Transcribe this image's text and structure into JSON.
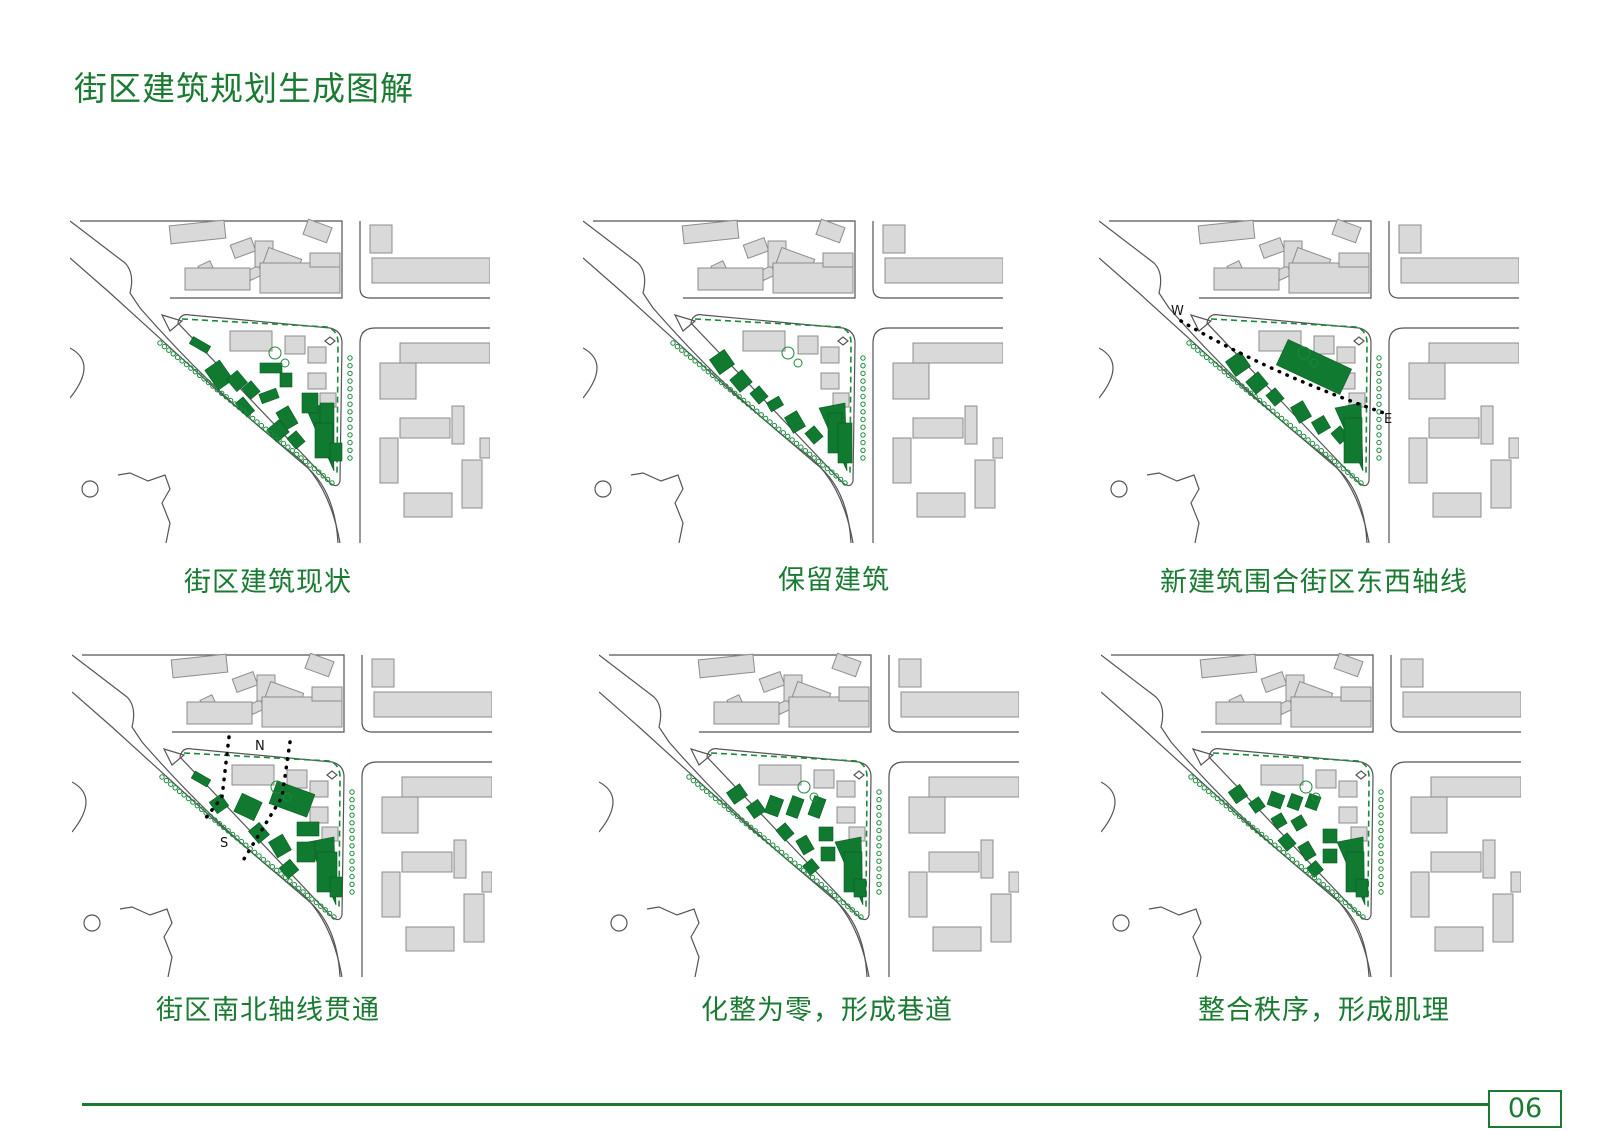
{
  "title": "街区建筑规划生成图解",
  "panels": [
    {
      "caption": "街区建筑现状",
      "variant": "existing"
    },
    {
      "caption": "保留建筑",
      "variant": "retain"
    },
    {
      "caption": "新建筑围合街区东西轴线",
      "variant": "ew",
      "axis_labels": [
        "W",
        "E"
      ]
    },
    {
      "caption": "街区南北轴线贯通",
      "variant": "ns",
      "axis_labels": [
        "N",
        "S"
      ]
    },
    {
      "caption": "化整为零，形成巷道",
      "variant": "alleys"
    },
    {
      "caption": "整合秩序，形成肌理",
      "variant": "texture"
    }
  ],
  "page_number": "06",
  "colors": {
    "accent": "#1a7a32",
    "new_building": "#107a30",
    "existing_building": "#d9d9d9"
  }
}
